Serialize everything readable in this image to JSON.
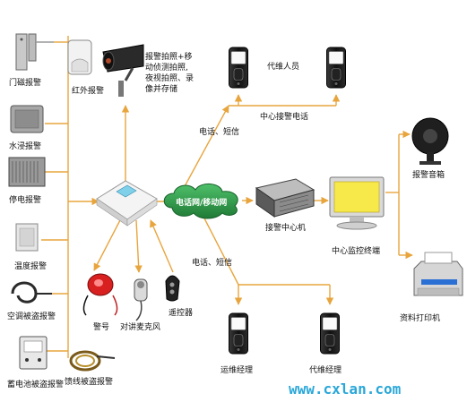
{
  "labels": {
    "door_sensor": "门磁报警",
    "infrared": "红外报警",
    "camera_note": "报警拍照+移\n动侦测拍照,\n夜视拍照、录\n像并存储",
    "water": "水浸报警",
    "power_off": "停电报警",
    "temperature": "温度报警",
    "ac_theft": "空调被盗报警",
    "battery_theft": "蓄电池被盗报警",
    "cable_theft": "馈线被盗报警",
    "siren": "警号",
    "intercom_mic": "对讲麦克风",
    "remote": "遥控器",
    "network": "电话网/移动网",
    "call_sms_top": "电话、短信",
    "call_sms_bottom": "电话、短信",
    "maint_staff": "代维人员",
    "center_calls": "中心接警电话",
    "alarm_host": "接警中心机",
    "monitor_terminal": "中心监控终端",
    "alarm_speaker": "报警音箱",
    "printer": "资料打印机",
    "ops_manager": "运维经理",
    "maint_manager": "代维经理",
    "website": "www.cxlan.com"
  },
  "colors": {
    "connector": "#e8a53d",
    "network": "#2f9a4a",
    "website": "#2aa7d8"
  },
  "icons": {
    "door_sensor": "door-magnet-sensor-icon",
    "infrared": "infrared-detector-icon",
    "camera": "cctv-camera-icon",
    "water": "water-sensor-icon",
    "power_off": "power-supply-icon",
    "temperature": "temperature-sensor-icon",
    "ac_theft": "cable-loop-icon",
    "battery_theft": "battery-meter-icon",
    "cable_theft": "feeder-cable-icon",
    "siren": "siren-icon",
    "intercom_mic": "microphone-icon",
    "remote": "remote-control-icon",
    "controller": "alarm-controller-icon",
    "network": "cloud-network-icon",
    "phone": "mobile-phone-icon",
    "alarm_host": "alarm-receiver-icon",
    "monitor_terminal": "computer-monitor-icon",
    "alarm_speaker": "horn-speaker-icon",
    "printer": "printer-icon"
  }
}
